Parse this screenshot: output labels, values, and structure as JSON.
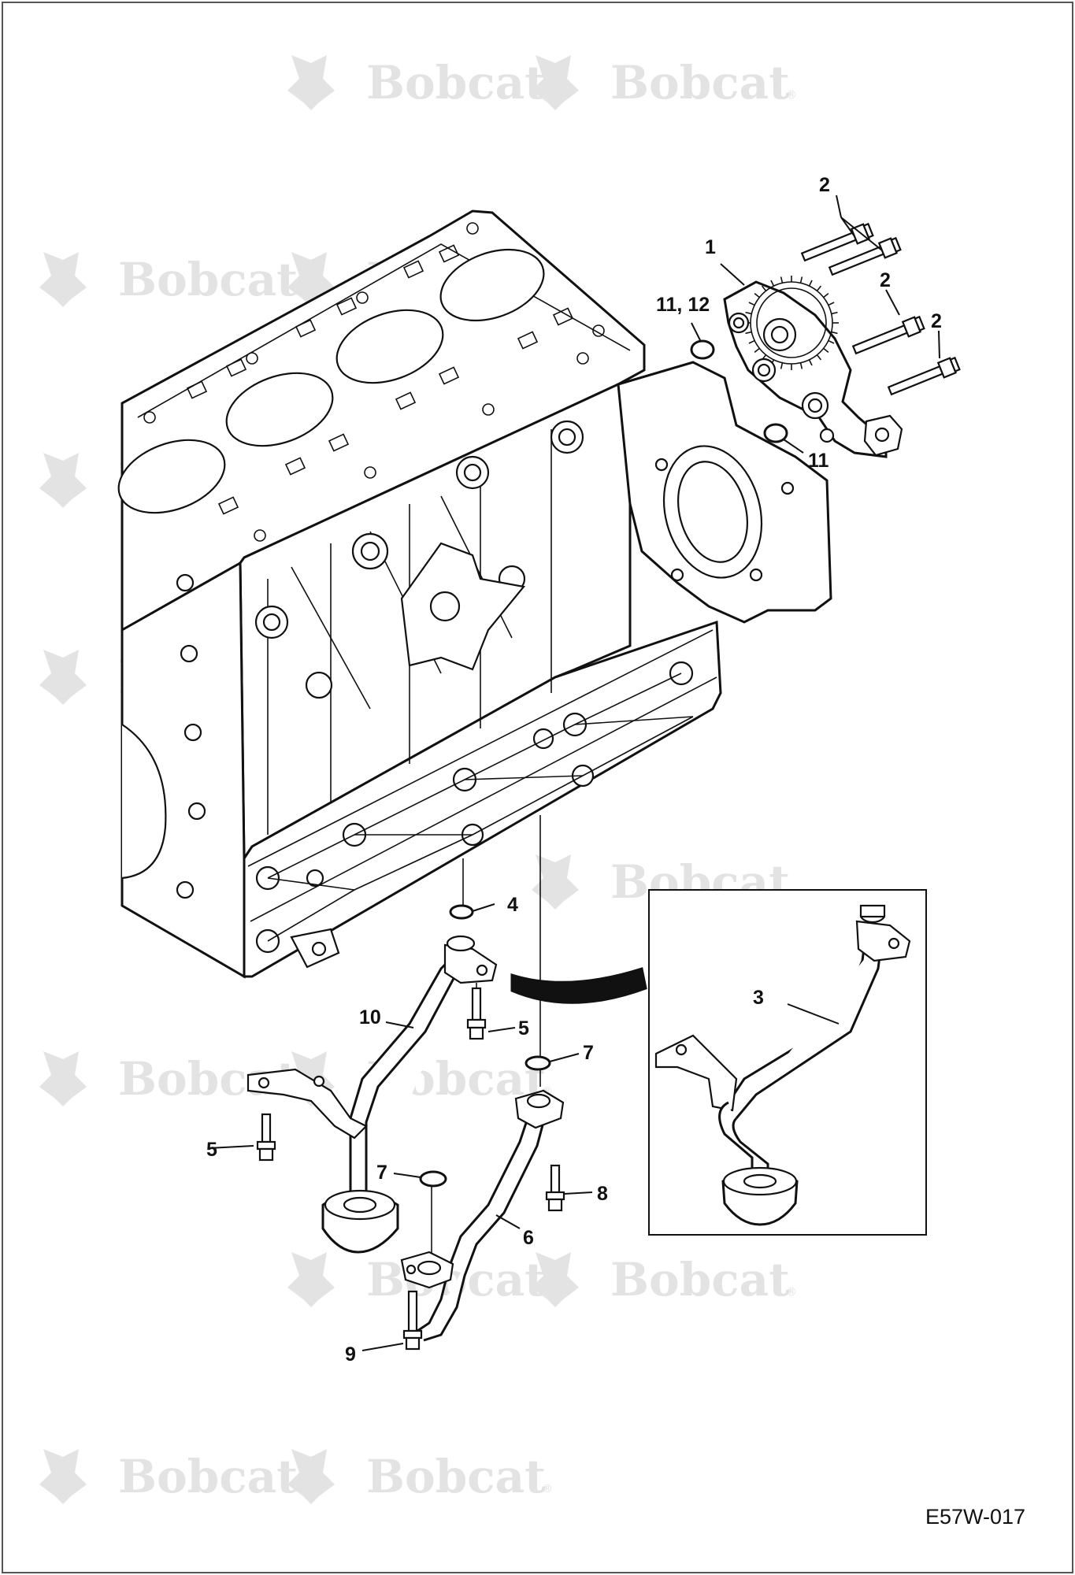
{
  "watermark": {
    "text": "Bobcat",
    "mark": "®",
    "positions": [
      {
        "id": "wm-1",
        "row": 1,
        "col": 2
      },
      {
        "id": "wm-2",
        "row": 1,
        "col": 3
      },
      {
        "id": "wm-3",
        "row": 2,
        "col": 1
      },
      {
        "id": "wm-4",
        "row": 2,
        "col": 2
      },
      {
        "id": "wm-5",
        "row": 3,
        "col": 1
      },
      {
        "id": "wm-6",
        "row": 3,
        "col": 3
      },
      {
        "id": "wm-7",
        "row": 4,
        "col": 1
      },
      {
        "id": "wm-8",
        "row": 4,
        "col": 2
      },
      {
        "id": "wm-9",
        "row": 5,
        "col": 3
      },
      {
        "id": "wm-10",
        "row": 6,
        "col": 1
      },
      {
        "id": "wm-11",
        "row": 6,
        "col": 2
      },
      {
        "id": "wm-12",
        "row": 7,
        "col": 2
      },
      {
        "id": "wm-13",
        "row": 7,
        "col": 3
      },
      {
        "id": "wm-14",
        "row": 8,
        "col": 1
      },
      {
        "id": "wm-15",
        "row": 8,
        "col": 2
      }
    ]
  },
  "callouts": {
    "c1": "1",
    "c2a": "2",
    "c2b": "2",
    "c2c": "2",
    "c3": "3",
    "c4": "4",
    "c5a": "5",
    "c5b": "5",
    "c6": "6",
    "c7a": "7",
    "c7b": "7",
    "c8": "8",
    "c9": "9",
    "c10": "10",
    "c11a": "11, 12",
    "c11b": "11"
  },
  "figure_code": "E57W-017",
  "colors": {
    "line": "#111111",
    "watermark": "#e3e3e3",
    "background": "#ffffff"
  }
}
